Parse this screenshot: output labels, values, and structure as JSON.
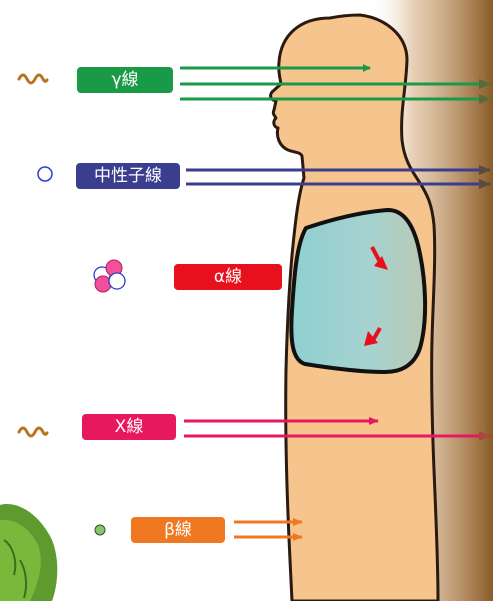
{
  "labels": {
    "gamma": "γ線",
    "neutron": "中性子線",
    "alpha": "α線",
    "xray": "X線",
    "beta": "β線"
  },
  "colors": {
    "gamma": "#1a9a47",
    "neutron": "#3b3d8f",
    "alpha": "#e8101c",
    "xray": "#e8185f",
    "beta": "#f07820",
    "body": "#f6c48d",
    "lung": "#9ed0cf",
    "shield": "#a8743a"
  },
  "icons": {
    "gamma": "wave-photon-icon",
    "neutron": "neutron-circle-icon",
    "alpha": "helium-nucleus-icon",
    "xray": "wave-photon-icon",
    "beta": "electron-dot-icon"
  }
}
